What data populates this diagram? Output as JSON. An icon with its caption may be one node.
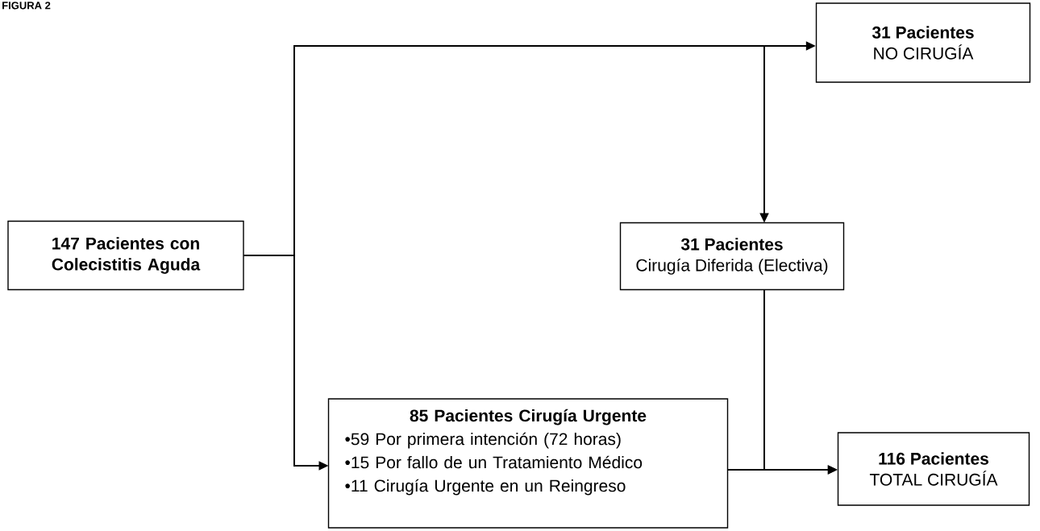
{
  "diagram": {
    "nodes": [
      {
        "text": [
          "147 Pacientes con Colecistitis Aguda"
        ]
      },
      {
        "text": [
          "31 Pacientes",
          "NO CIRUGÍA"
        ]
      },
      {
        "text": [
          "31 Pacientes",
          "Cirugía Diferida (Electiva)"
        ]
      },
      {
        "text": [
          "85 Pacientes Cirugía Urgente",
          "•59 Por primera intención (72 horas)",
          "•15 Por fallo de un Tratamiento Médico",
          "•11 Cirugía Urgente en un Reingreso"
        ]
      },
      {
        "text": [
          "116 Pacientes",
          "TOTAL CIRUGÍA"
        ]
      }
    ],
    "edges": [
      {
        "from": 0,
        "to": 1,
        "arrow": "to"
      },
      {
        "from": 0,
        "to": 2,
        "arrow": "to"
      },
      {
        "from": 0,
        "to": 3,
        "arrow": "to"
      },
      {
        "from": 2,
        "to": 4,
        "arrow": "to"
      },
      {
        "from": 3,
        "to": 4,
        "arrow": "to"
      }
    ],
    "labels": [
      "FIGURA 2"
    ]
  }
}
